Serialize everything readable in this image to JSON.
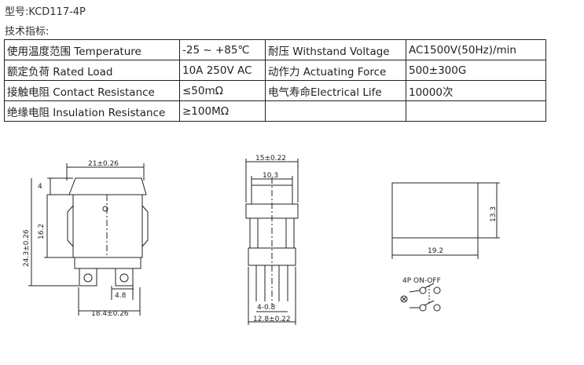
{
  "model": "型号:KCD117-4P",
  "specs_label": "技术指标:",
  "specs_table": [
    [
      "使用温度范围 Temperature",
      "-25 ~ +85℃",
      "耐压 Withstand Voltage",
      "AC1500V(50Hz)/min"
    ],
    [
      "额定负荷 Rated Load",
      "10A 250V AC",
      "动作力 Actuating Force",
      "500±300G"
    ],
    [
      "接触电阻 Contact Resistance",
      "≤50mΩ",
      "电气寿命Electrical Life",
      "10000次"
    ],
    [
      "绝缘电阻 Insulation Resistance",
      "≥100MΩ",
      "",
      ""
    ]
  ],
  "drawing": {
    "front": {
      "width": "21±0.26",
      "top": "4",
      "body": "16.2",
      "total": "24.3±0.26",
      "pin": "4.8",
      "base": "18.4±0.26"
    },
    "side": {
      "width": "15±0.22",
      "inner": "10.3",
      "pins": "4-0.8",
      "base": "12.8±0.22"
    },
    "cutout": {
      "width": "19.2",
      "height": "13.3"
    },
    "circuit": {
      "label": "4P ON-OFF"
    }
  }
}
